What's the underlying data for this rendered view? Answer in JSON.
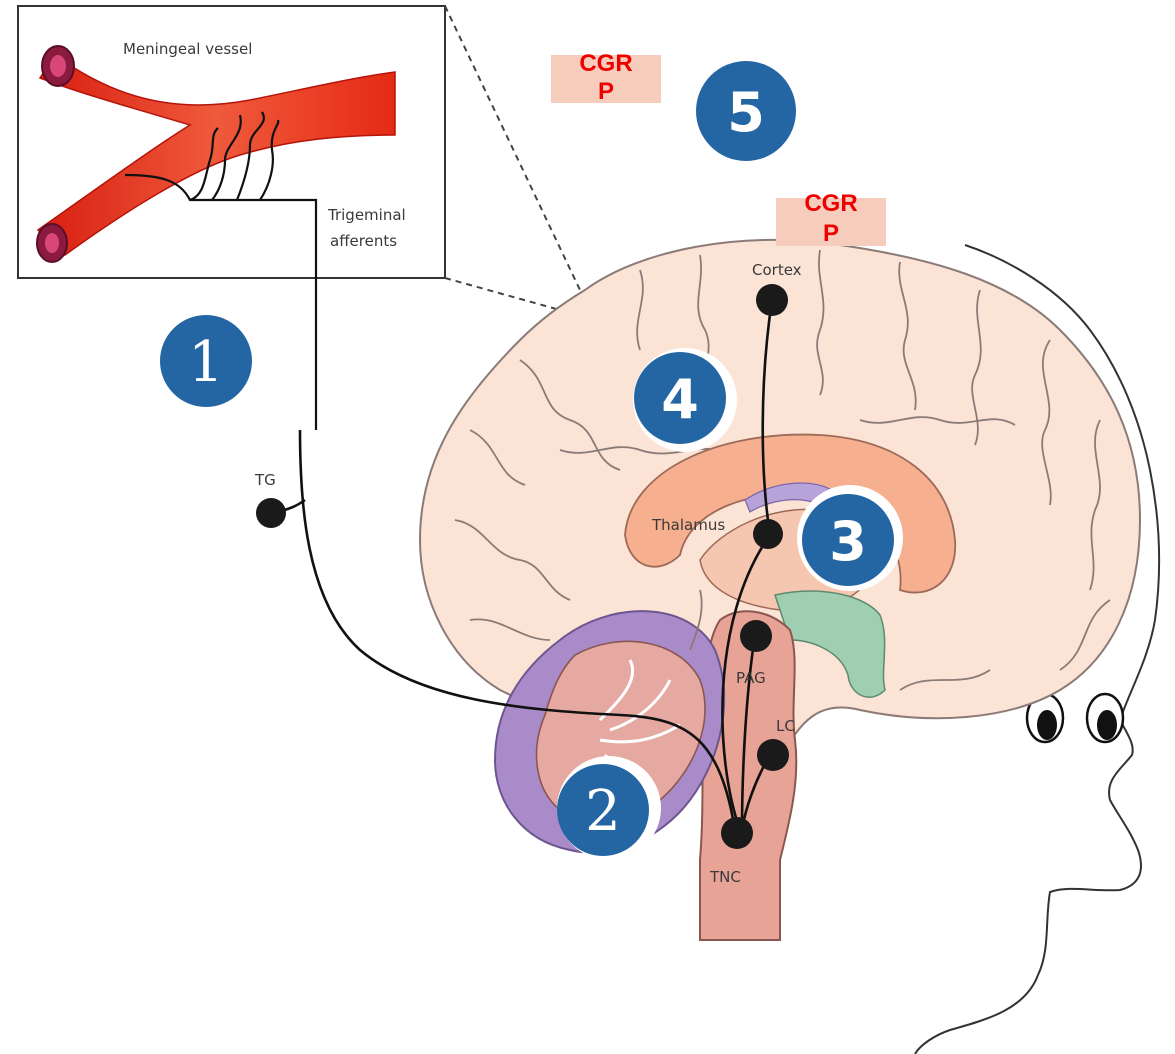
{
  "labels": {
    "meningeal_vessel": "Meningeal vessel",
    "trigeminal_line1": "Trigeminal",
    "trigeminal_line2": "afferents",
    "tg": "TG",
    "cortex": "Cortex",
    "thalamus": "Thalamus",
    "pag": "PAG",
    "lc": "LC",
    "tnc": "TNC"
  },
  "badges": {
    "b1": "1",
    "b2": "2",
    "b3": "3",
    "b4": "4",
    "b5": "5"
  },
  "cgrp_boxes": [
    {
      "line1": "CGR",
      "line2": "P"
    },
    {
      "line1": "CGR",
      "line2": "P"
    }
  ],
  "colors": {
    "badge_blue": "#2466a3",
    "cgrp_text": "#ee0000",
    "cgrp_bg": "#f6cdbd",
    "brain": "#fbe3d6",
    "vessel": "#e8301f"
  }
}
